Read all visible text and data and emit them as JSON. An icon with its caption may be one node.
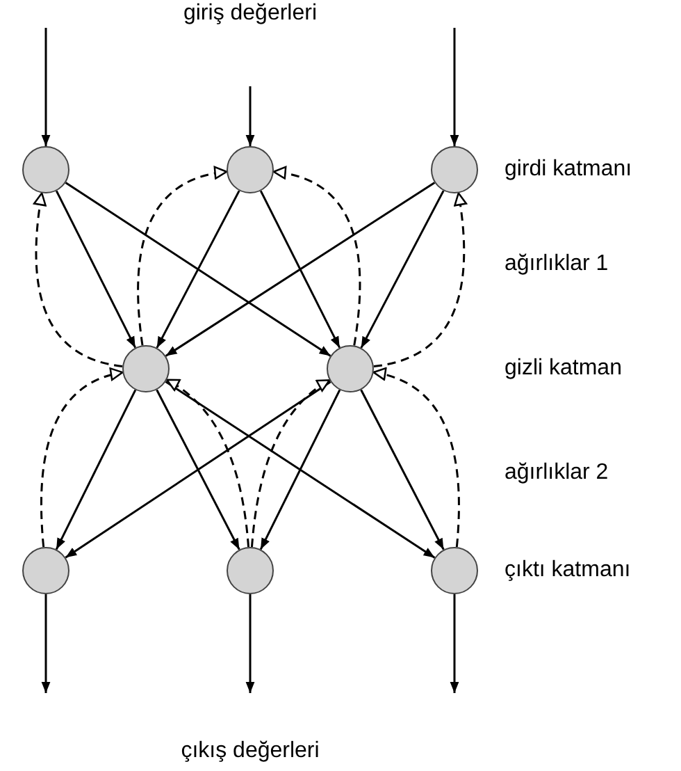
{
  "diagram": {
    "nodes": [
      {
        "text": [],
        "shape": "circle"
      },
      {
        "text": [],
        "shape": "circle"
      },
      {
        "text": [],
        "shape": "circle"
      },
      {
        "text": [],
        "shape": "circle"
      },
      {
        "text": [],
        "shape": "circle"
      },
      {
        "text": [],
        "shape": "circle"
      },
      {
        "text": [],
        "shape": "circle"
      },
      {
        "text": [],
        "shape": "circle"
      }
    ],
    "edges": [
      {
        "from": null,
        "to": 0,
        "arrow": "to"
      },
      {
        "from": null,
        "to": 1,
        "arrow": "to"
      },
      {
        "from": null,
        "to": 2,
        "arrow": "to"
      },
      {
        "from": 0,
        "to": 3,
        "arrow": "to"
      },
      {
        "from": 0,
        "to": 4,
        "arrow": "to"
      },
      {
        "from": 1,
        "to": 3,
        "arrow": "to"
      },
      {
        "from": 1,
        "to": 4,
        "arrow": "to"
      },
      {
        "from": 2,
        "to": 3,
        "arrow": "to"
      },
      {
        "from": 2,
        "to": 4,
        "arrow": "to"
      },
      {
        "from": 3,
        "to": 5,
        "arrow": "to"
      },
      {
        "from": 3,
        "to": 6,
        "arrow": "to"
      },
      {
        "from": 3,
        "to": 7,
        "arrow": "to"
      },
      {
        "from": 4,
        "to": 5,
        "arrow": "to"
      },
      {
        "from": 4,
        "to": 6,
        "arrow": "to"
      },
      {
        "from": 4,
        "to": 7,
        "arrow": "to"
      },
      {
        "from": 5,
        "to": null,
        "arrow": "to"
      },
      {
        "from": 6,
        "to": null,
        "arrow": "to"
      },
      {
        "from": 7,
        "to": null,
        "arrow": "to"
      },
      {
        "from": 3,
        "to": 0,
        "arrow": "to",
        "style": "dashed"
      },
      {
        "from": 3,
        "to": 1,
        "arrow": "to",
        "style": "dashed"
      },
      {
        "from": 4,
        "to": 1,
        "arrow": "to",
        "style": "dashed"
      },
      {
        "from": 4,
        "to": 2,
        "arrow": "to",
        "style": "dashed"
      },
      {
        "from": 5,
        "to": 3,
        "arrow": "to",
        "style": "dashed"
      },
      {
        "from": 6,
        "to": 3,
        "arrow": "to",
        "style": "dashed"
      },
      {
        "from": 6,
        "to": 4,
        "arrow": "to",
        "style": "dashed"
      },
      {
        "from": 7,
        "to": 4,
        "arrow": "to",
        "style": "dashed"
      }
    ],
    "labels": [
      "giriş değerleri",
      "girdi katmanı",
      "ağırlıklar 1",
      "gizli katman",
      "ağırlıklar 2",
      "çıktı katmanı",
      "çıkış değerleri"
    ]
  }
}
